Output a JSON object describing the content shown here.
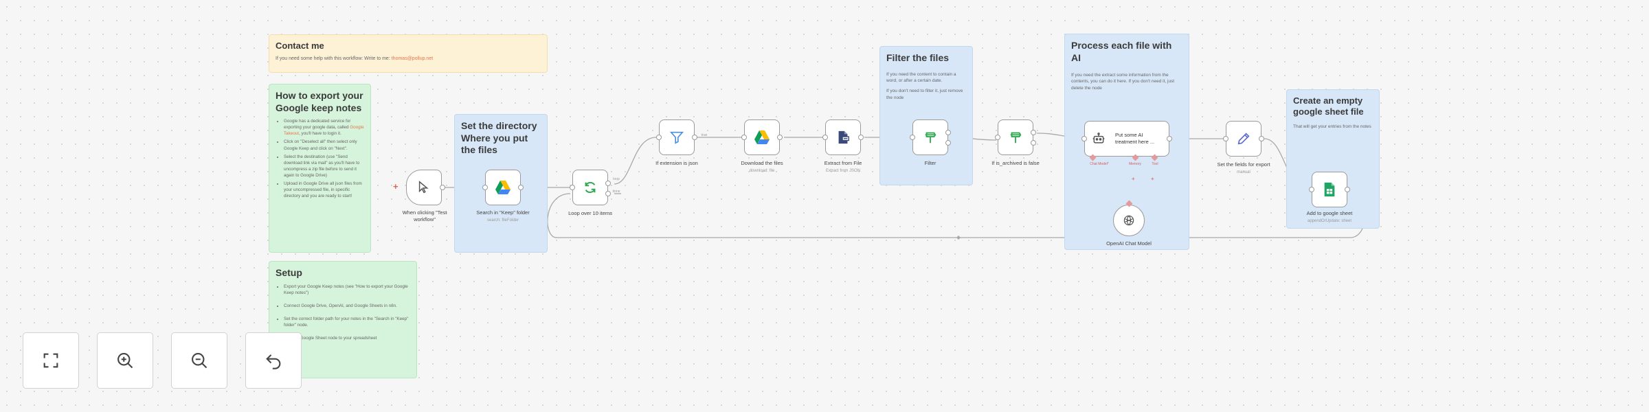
{
  "stickies": {
    "contact": {
      "title": "Contact me",
      "text": "If you need some help with this workflow: Write to me:",
      "email": "thomas@pollup.net"
    },
    "howto": {
      "title": "How to export your Google keep notes",
      "items": [
        {
          "a": "Google has a dedicated service for exporting your google data, called ",
          "hl": "Google Takeout",
          "b": ", you'll have to login it."
        },
        {
          "a": "Click on \"Deselect all\" then select only Google Keep and click on \"Next\"."
        },
        {
          "a": "Select the destination (use \"Send download link via mail\" as you'll have to uncompress a zip file before to send it again to Google Drive)"
        },
        {
          "a": "Upload in Google Drive all json files from your uncompressed file, in specific directory and you are ready to start!"
        }
      ]
    },
    "setup": {
      "title": "Setup",
      "items": [
        "Export your Google Keep notes (see \"How to export your Google Keep notes\")",
        "Connect Google Drive, OpenAI, and Google Sheets in n8n.",
        "Set the correct folder path for your notes in the \"Search in \"Keep\" folder\" node.",
        "Link the Google Sheet node to your spreadsheet"
      ]
    },
    "directory": {
      "title": "Set the directory Where you put the files"
    },
    "filter": {
      "title": "Filter the files",
      "p1": "If you need the content to contain a word, or after a certain date.",
      "p2": "If you don't need to filter it, just remove the node"
    },
    "process": {
      "title": "Process each file with AI",
      "p1": "If you need the extract some information from the contents, you can do it here. If you don't need it, just delete the node"
    },
    "sheet": {
      "title": "Create an empty google sheet file",
      "p1": "That will get your entries from the notes"
    }
  },
  "nodes": {
    "trigger": {
      "label": "When clicking \"Test workflow\"",
      "icon": "cursor-click-icon"
    },
    "search": {
      "label": "Search in \"Keep\" folder",
      "sub": "search: fileFolder",
      "icon": "google-drive-icon"
    },
    "loop": {
      "label": "Loop over 10 items",
      "port_loop": "loop",
      "port_done": "done",
      "icon": "loop-arrows-icon"
    },
    "ifjson": {
      "label": "If extension is json",
      "port_true": "true",
      "icon": "funnel-icon"
    },
    "download": {
      "label": "Download the files",
      "sub": "download: file",
      "icon": "google-drive-icon"
    },
    "extract": {
      "label": "Extract from File",
      "sub": "Extract from JSON",
      "icon": "file-extract-icon"
    },
    "filter": {
      "label": "Filter",
      "icon": "filter-signpost-icon"
    },
    "archived": {
      "label": "If is_archived is false",
      "icon": "signpost-icon"
    },
    "ai": {
      "label": "Put some AI treatment here ...",
      "icon": "robot-icon",
      "port_chat": "Chat Model*",
      "port_memory": "Memory",
      "port_tool": "Tool"
    },
    "setfields": {
      "label": "Set the fields for export",
      "sub": "manual",
      "icon": "pencil-icon"
    },
    "sheet": {
      "label": "Add to google sheet",
      "sub": "appendOrUpdate: sheet",
      "icon": "google-sheets-icon"
    },
    "openai": {
      "label": "OpenAI Chat Model",
      "icon": "openai-icon"
    }
  },
  "controls": {
    "fit": "fit-view-icon",
    "zoom_in": "zoom-in-icon",
    "zoom_out": "zoom-out-icon",
    "undo": "undo-icon"
  },
  "colors": {
    "accent": "#e8754c",
    "sticky_blue": "#d8e7f8",
    "sticky_green": "#d6f3dc",
    "sticky_yellow": "#fdf1d6"
  }
}
